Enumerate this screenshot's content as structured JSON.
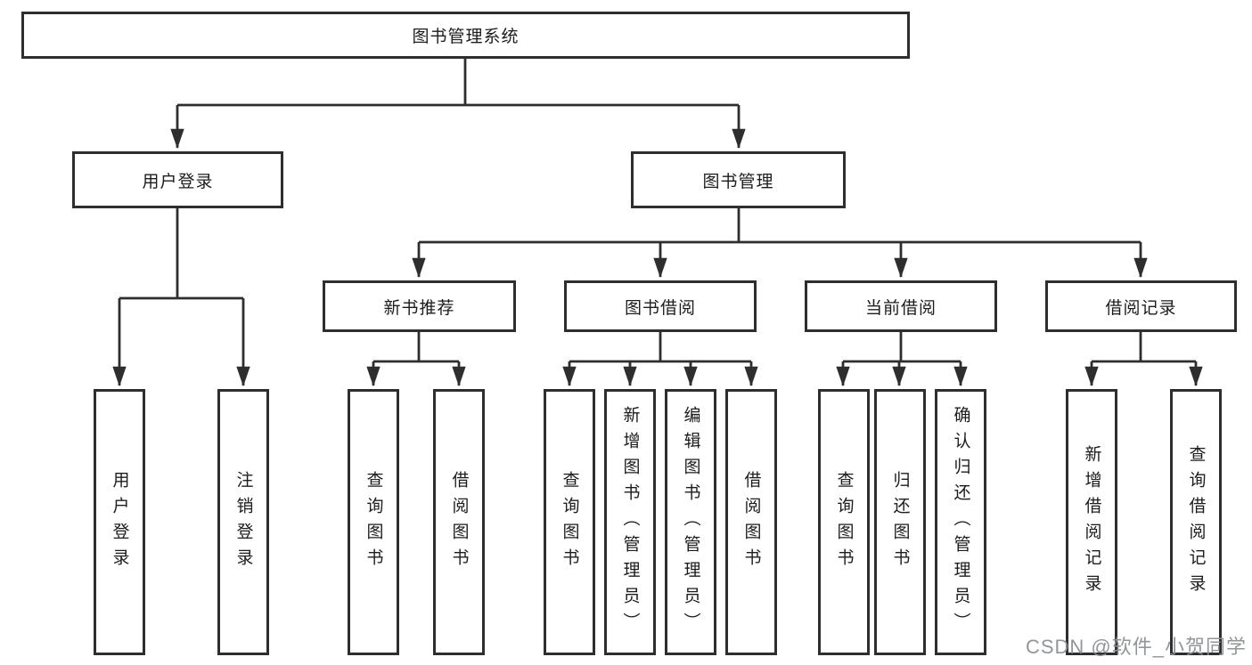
{
  "colors": {
    "line": "#2e2e2e",
    "box_border": "#2e2e2e",
    "text": "#1c1c1c",
    "background": "#ffffff",
    "watermark": "#8c9094"
  },
  "watermark": {
    "text": "CSDN @软件_小贺同学"
  },
  "tree": {
    "root": {
      "label": "图书管理系统",
      "children": [
        {
          "label": "用户登录",
          "children": [
            {
              "label": "用户登录"
            },
            {
              "label": "注销登录"
            }
          ]
        },
        {
          "label": "图书管理",
          "children": [
            {
              "label": "新书推荐",
              "children": [
                {
                  "label": "查询图书"
                },
                {
                  "label": "借阅图书"
                }
              ]
            },
            {
              "label": "图书借阅",
              "children": [
                {
                  "label": "查询图书"
                },
                {
                  "label": "新增图书（管理员）"
                },
                {
                  "label": "编辑图书（管理员）"
                },
                {
                  "label": "借阅图书"
                }
              ]
            },
            {
              "label": "当前借阅",
              "children": [
                {
                  "label": "查询图书"
                },
                {
                  "label": "归还图书"
                },
                {
                  "label": "确认归还（管理员）"
                }
              ]
            },
            {
              "label": "借阅记录",
              "children": [
                {
                  "label": "新增借阅记录"
                },
                {
                  "label": "查询借阅记录"
                }
              ]
            }
          ]
        }
      ]
    }
  }
}
